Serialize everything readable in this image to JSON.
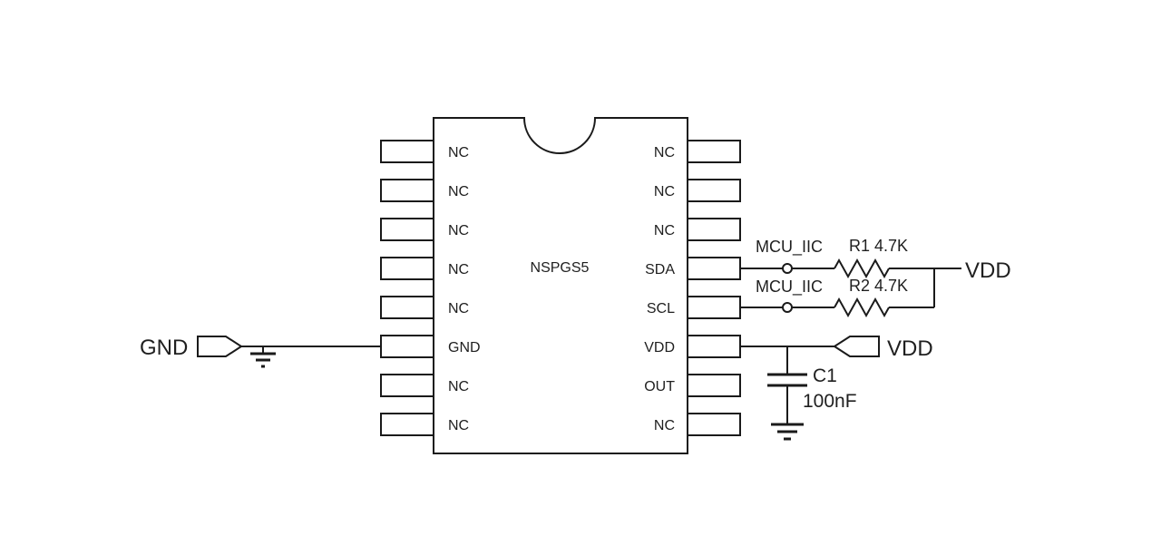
{
  "ic": {
    "name": "NSPGS5",
    "left_pins": [
      "NC",
      "NC",
      "NC",
      "NC",
      "NC",
      "GND",
      "NC",
      "NC"
    ],
    "right_pins": [
      "NC",
      "NC",
      "NC",
      "SDA",
      "SCL",
      "VDD",
      "OUT",
      "NC"
    ]
  },
  "nets": {
    "gnd_port": "GND",
    "sda_net": "MCU_IIC",
    "scl_net": "MCU_IIC",
    "pullup_rail": "VDD",
    "vdd_port": "VDD"
  },
  "components": {
    "r1": "R1 4.7K",
    "r2": "R2 4.7K",
    "c1_ref": "C1",
    "c1_value": "100nF"
  },
  "colors": {
    "line": "#1a1a1a",
    "background": "#ffffff"
  }
}
